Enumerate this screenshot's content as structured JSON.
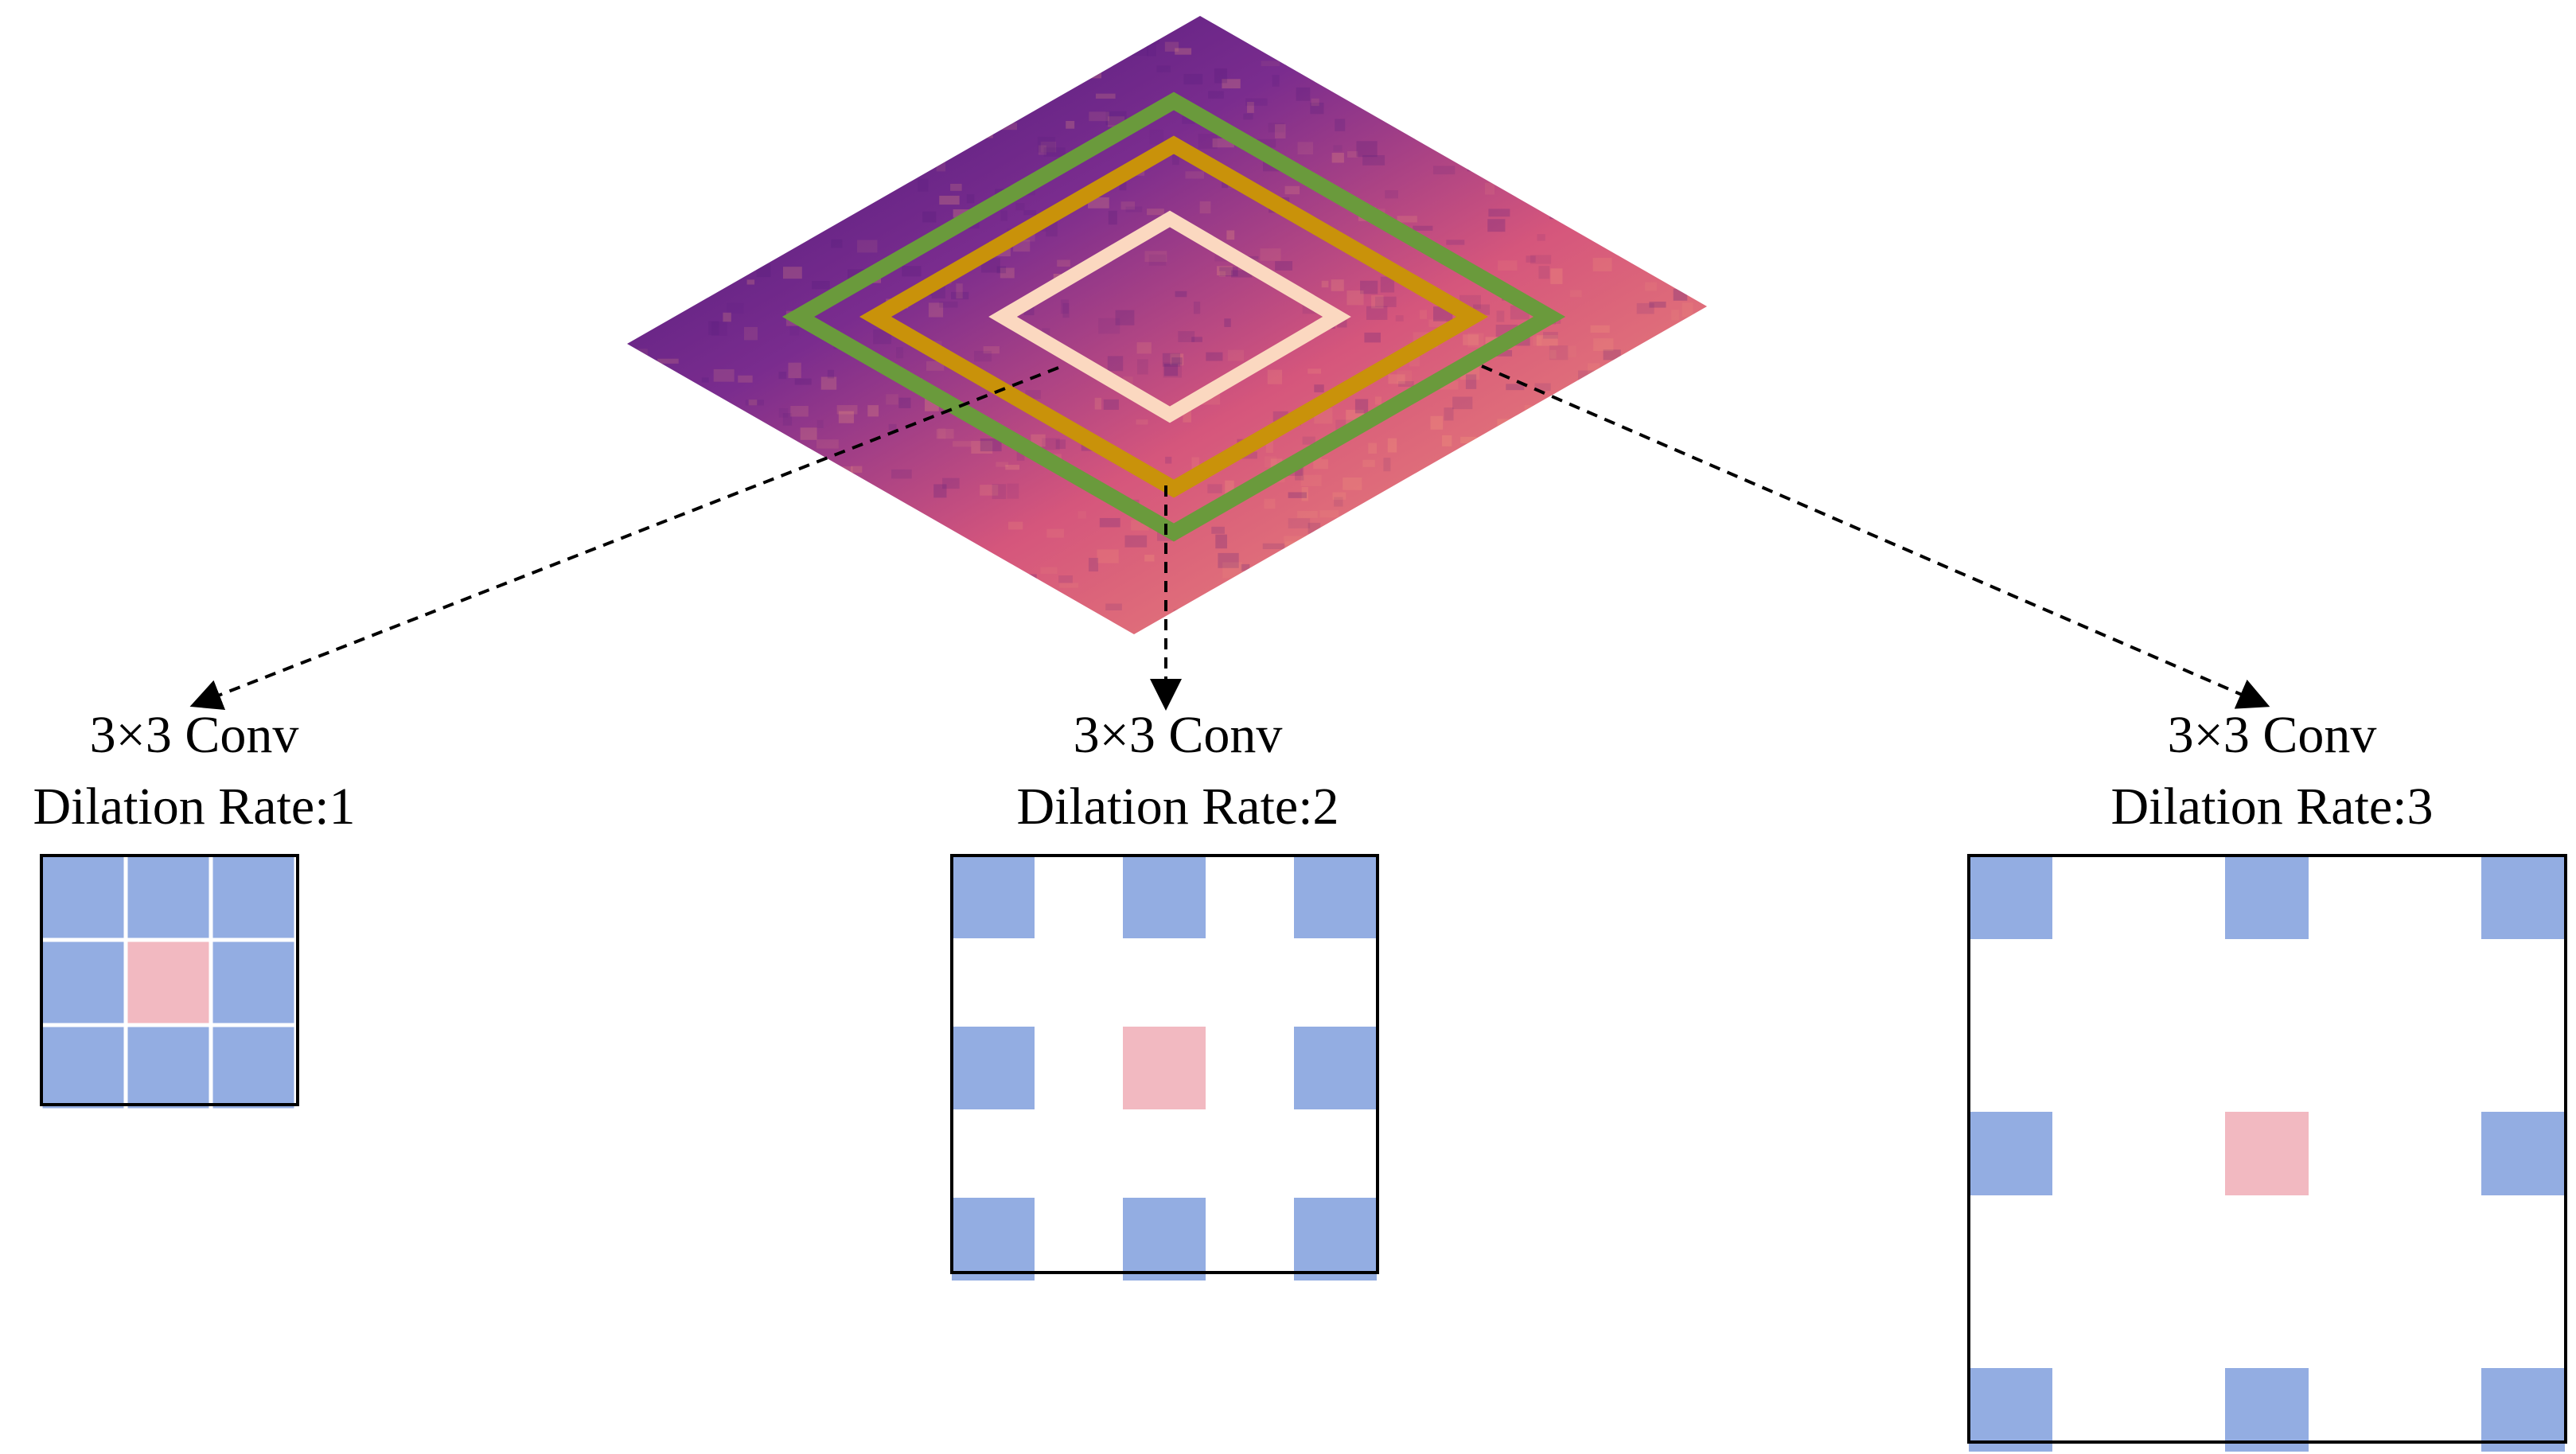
{
  "colors": {
    "background": "#ffffff",
    "kernel_cell": "#93ade2",
    "center_cell": "#f2b9c1",
    "outline": "#000000",
    "ring_inner": "#fbd8c0",
    "ring_middle": "#c9920a",
    "ring_outer": "#6a9a3c",
    "feature_map_low": "#4a1b7e",
    "feature_map_high": "#f07a6a",
    "arrow": "#000000"
  },
  "feature_map": {
    "name": "feature map heatmap",
    "rings": [
      {
        "name": "inner receptive field",
        "color_key": "ring_inner"
      },
      {
        "name": "middle receptive field",
        "color_key": "ring_middle"
      },
      {
        "name": "outer receptive field",
        "color_key": "ring_outer"
      }
    ]
  },
  "kernels": [
    {
      "id": "rate1",
      "title": "3×3 Conv",
      "subtitle": "Dilation Rate:1",
      "dilation": 1
    },
    {
      "id": "rate2",
      "title": "3×3 Conv",
      "subtitle": "Dilation Rate:2",
      "dilation": 2
    },
    {
      "id": "rate3",
      "title": "3×3 Conv",
      "subtitle": "Dilation Rate:3",
      "dilation": 3
    }
  ]
}
